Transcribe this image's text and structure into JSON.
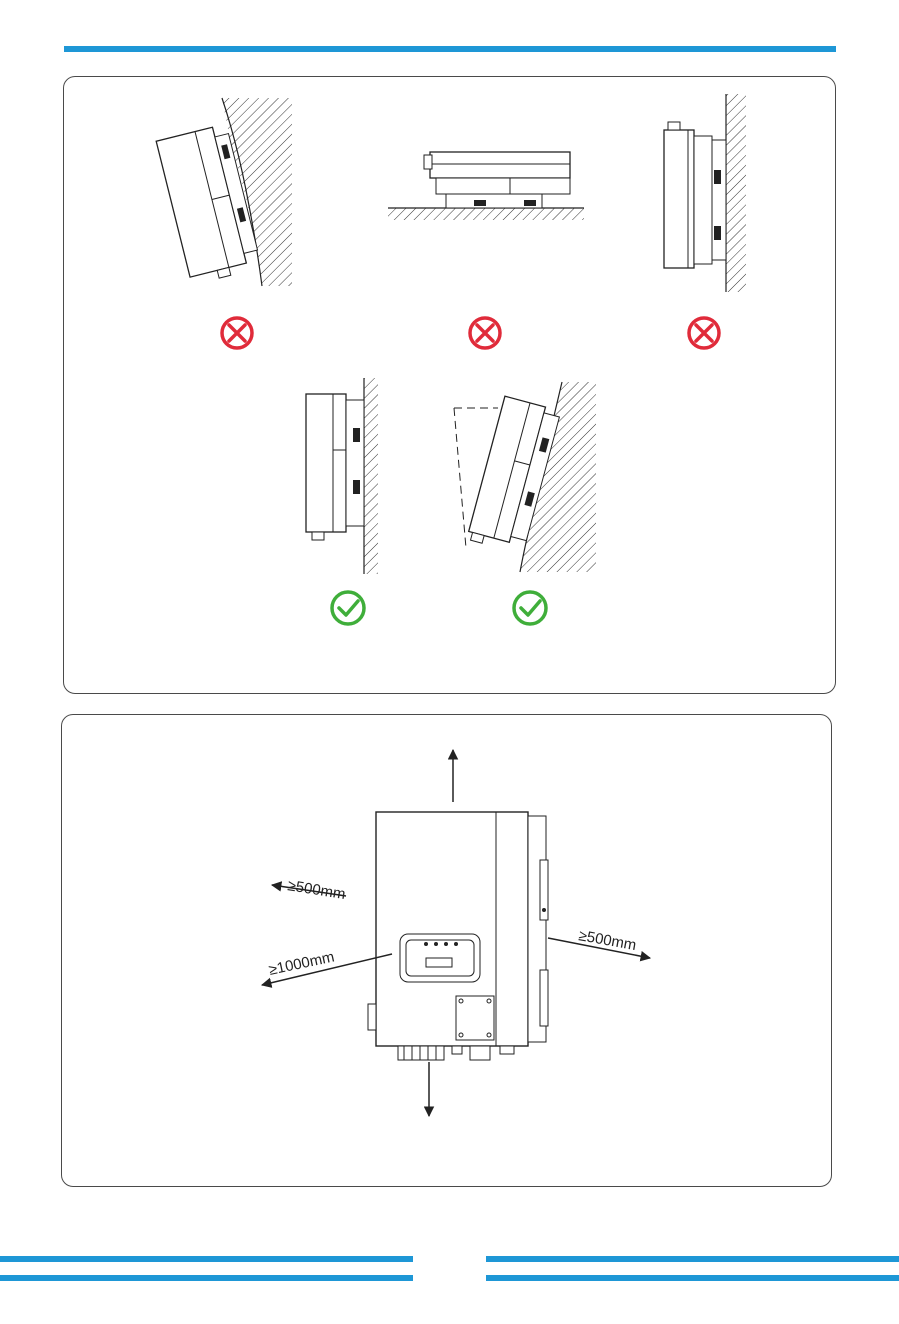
{
  "clearance": {
    "top": "",
    "left_side": "≥500mm",
    "front": "≥1000mm",
    "right_side": "≥500mm",
    "bottom": ""
  },
  "mounting": {
    "wrong": [
      "tilted-forward",
      "horizontal",
      "upside-down"
    ],
    "correct": [
      "vertical",
      "tilted-back"
    ]
  },
  "colors": {
    "accent_blue": "#1e97d6",
    "wrong_red": "#e02b3a",
    "correct_green": "#3fae3a"
  }
}
